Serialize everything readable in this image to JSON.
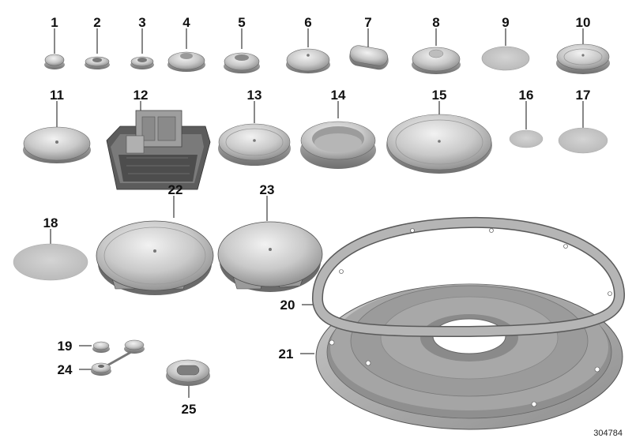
{
  "diagram": {
    "id": "304784",
    "callouts": [
      {
        "key": "p1",
        "text": "1"
      },
      {
        "key": "p2",
        "text": "2"
      },
      {
        "key": "p3",
        "text": "3"
      },
      {
        "key": "p4",
        "text": "4"
      },
      {
        "key": "p5",
        "text": "5"
      },
      {
        "key": "p6",
        "text": "6"
      },
      {
        "key": "p7",
        "text": "7"
      },
      {
        "key": "p8",
        "text": "8"
      },
      {
        "key": "p9",
        "text": "9"
      },
      {
        "key": "p10",
        "text": "10"
      },
      {
        "key": "p11",
        "text": "11"
      },
      {
        "key": "p12",
        "text": "12"
      },
      {
        "key": "p13",
        "text": "13"
      },
      {
        "key": "p14",
        "text": "14"
      },
      {
        "key": "p15",
        "text": "15"
      },
      {
        "key": "p16",
        "text": "16"
      },
      {
        "key": "p17",
        "text": "17"
      },
      {
        "key": "p18",
        "text": "18"
      },
      {
        "key": "p19",
        "text": "19"
      },
      {
        "key": "p20",
        "text": "20"
      },
      {
        "key": "p21",
        "text": "21"
      },
      {
        "key": "p22",
        "text": "22"
      },
      {
        "key": "p23",
        "text": "23"
      },
      {
        "key": "p24",
        "text": "24"
      },
      {
        "key": "p25",
        "text": "25"
      }
    ],
    "colors": {
      "part_light": "#d9d9d9",
      "part_mid": "#a8a8a8",
      "part_dark": "#6e6e6e",
      "outline": "#555555",
      "flat_disc": "#c6c6c6"
    }
  }
}
